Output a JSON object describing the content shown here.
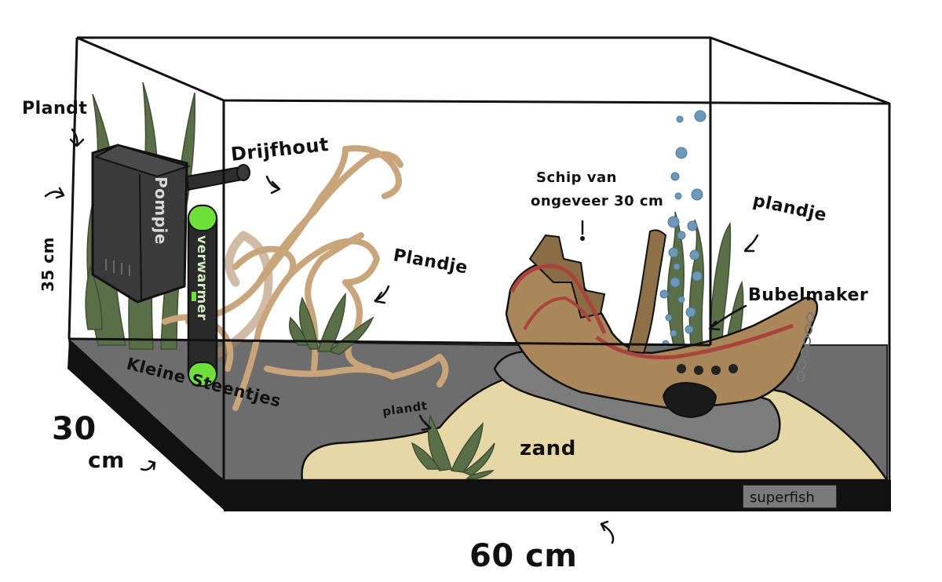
{
  "labels": {
    "plant_topleft": "Plandt",
    "height": "35 cm",
    "depth_num": "30",
    "depth_unit": "cm",
    "width": "60 cm",
    "pump": "Pompje",
    "heater": "verwarmer",
    "driftwood": "Drijfhout",
    "plant_mid": "Plandje",
    "ship_line1": "Schip van",
    "ship_line2": "ongeveer 30 cm",
    "plant_right": "plandje",
    "bubbler": "Bubelmaker",
    "pebbles": "Kleine Steentjes",
    "plant_bottom": "plandt",
    "sand": "zand",
    "brand": "superfish"
  },
  "colors": {
    "gravel": "#6d6d6d",
    "sand": "#e6d7a6",
    "base": "#111111",
    "plant": "#5a6e48",
    "driftwood": "#c9a57b",
    "ship": "#a9875a",
    "ship_stripe": "#a8443c",
    "bubbles": "#6e98b8",
    "heater_cap": "#6fe03a",
    "pump": "#3a3a3a",
    "rock": "#7c7c7c"
  },
  "icons": [
    "arrow-icon",
    "bubbles-icon",
    "anchor-chain-icon"
  ]
}
